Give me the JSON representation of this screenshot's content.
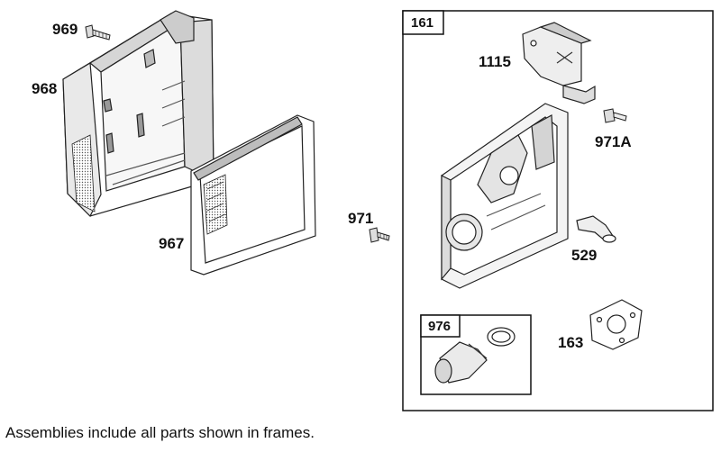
{
  "diagram": {
    "parts": {
      "p969": "969",
      "p968": "968",
      "p967": "967",
      "p971": "971",
      "p1115": "1115",
      "p971a": "971A",
      "p529": "529",
      "p163": "163"
    },
    "frames": {
      "main": "161",
      "sub": "976"
    },
    "footnote": "Assemblies include all parts shown in frames."
  }
}
